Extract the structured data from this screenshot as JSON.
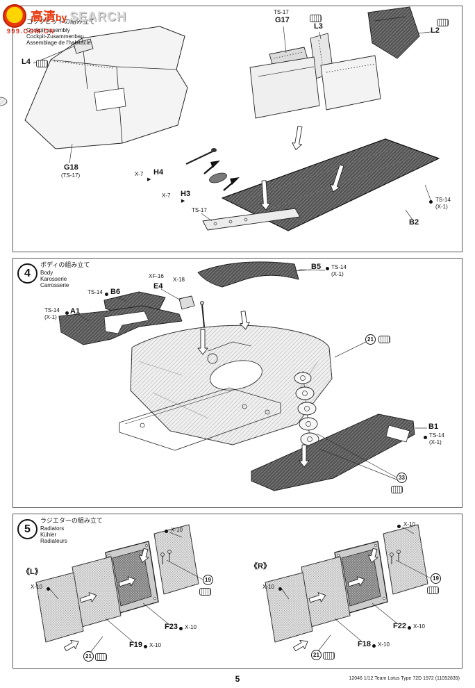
{
  "watermark": {
    "cn_text": "高清",
    "by_text": "by ",
    "brand_text": "SEARCH",
    "band_text": "999.COM.CN"
  },
  "panels": {
    "cockpit": {
      "title_ja": "コックピットの組み立て",
      "title_en": "Cockpit assembly",
      "title_de": "Cockpit-Zusammenbau",
      "title_fr": "Assemblage de l'habitacle",
      "labels": {
        "l4": "L4",
        "ts17_top": "TS-17",
        "g17": "G17",
        "l3": "L3",
        "l2": "L2",
        "g18": "G18",
        "g18_paint": "(TS-17)",
        "x7_h4_paint": "X-7",
        "h4": "H4",
        "x7_h3_paint": "X-7",
        "h3": "H3",
        "arrow_glyph": "▶",
        "ts17_strip": "TS-17",
        "b2": "B2",
        "ts14": "TS-14",
        "ts14_sub": "(X-1)"
      }
    },
    "body": {
      "step": "4",
      "title_ja": "ボディの組み立て",
      "title_en": "Body",
      "title_de": "Karosserie",
      "title_fr": "Carrosserie",
      "labels": {
        "b5": "B5",
        "b5_paint": "TS-14",
        "b5_paint_sub": "(X-1)",
        "xf16": "XF-16",
        "x18": "X-18",
        "e4": "E4",
        "b6_paint": "TS-14",
        "b6": "B6",
        "a1_paint": "TS-14",
        "a1_paint_sub": "(X-1)",
        "a1": "A1",
        "fastener_21": "21",
        "fastener_33": "33",
        "b1": "B1",
        "b1_paint": "TS-14",
        "b1_paint_sub": "(X-1)"
      }
    },
    "radiators": {
      "step": "5",
      "title_ja": "ラジエターの組み立て",
      "title_en": "Radiators",
      "title_de": "Kühler",
      "title_fr": "Radiateurs",
      "labels": {
        "side_left": "《L》",
        "side_right": "《R》",
        "x10": "X-10",
        "f23": "F23",
        "f19": "F19",
        "f22": "F22",
        "f18": "F18",
        "fastener_19": "19",
        "fastener_21": "21"
      }
    }
  },
  "footer": {
    "page_number": "5",
    "product_line": "12046 1/12 Team Lotus Type 72D 1972 (11052839)"
  }
}
